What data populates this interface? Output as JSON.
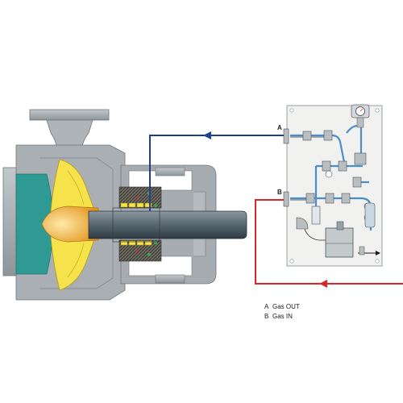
{
  "ports": {
    "a": "A",
    "b": "B"
  },
  "legend": {
    "items": [
      {
        "key": "A",
        "label": "Gas OUT"
      },
      {
        "key": "B",
        "label": "Gas IN"
      }
    ]
  },
  "colors": {
    "gas_out_line": "#1f3f8f",
    "gas_in_line": "#d8262b",
    "casing": "#a9afb3",
    "impeller": "#f6e24a",
    "inlet_fluid": "#2f9a94",
    "shaft": "#56646f",
    "panel": "#f1f2ef",
    "panel_pipe": "#4a8fc9"
  },
  "icons": [
    "pressure-gauge-icon",
    "flow-arrow-icon",
    "valve-icon",
    "reservoir-tank-icon"
  ]
}
